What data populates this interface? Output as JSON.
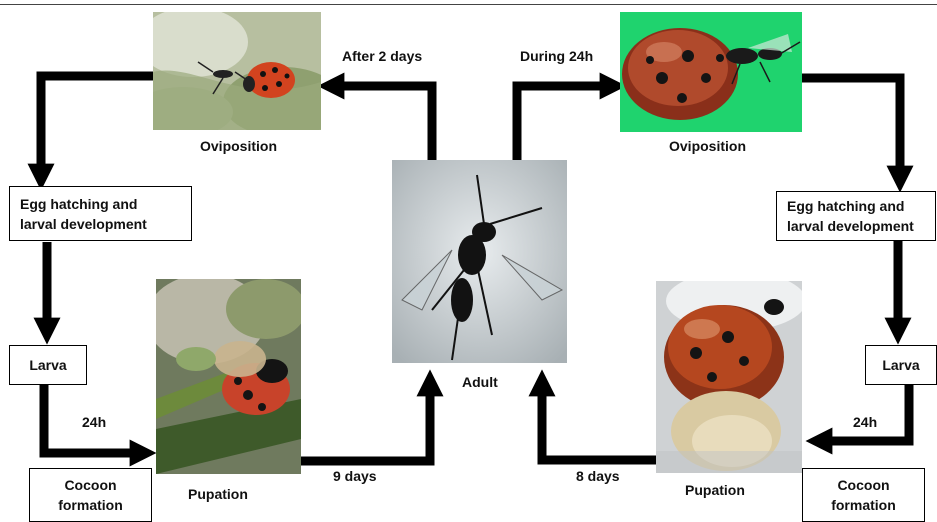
{
  "stages": {
    "adult": "Adult",
    "oviposition_left": "Oviposition",
    "oviposition_right": "Oviposition",
    "pupation_left": "Pupation",
    "pupation_right": "Pupation"
  },
  "boxes": {
    "egg_left_line1": "Egg hatching and",
    "egg_left_line2": "larval development",
    "egg_right_line1": "Egg hatching and",
    "egg_right_line2": "larval development",
    "larva_left": "Larva",
    "larva_right": "Larva",
    "cocoon_left_line1": "Cocoon",
    "cocoon_left_line2": "formation",
    "cocoon_right_line1": "Cocoon",
    "cocoon_right_line2": "formation"
  },
  "durations": {
    "after_2_days": "After 2 days",
    "during_24h": "During 24h",
    "left_24h": "24h",
    "right_24h": "24h",
    "nine_days": "9 days",
    "eight_days": "8 days"
  },
  "colors": {
    "arrow": "#000000",
    "green_background": "#1fd36e",
    "ladybug_red": "#c8432a"
  }
}
